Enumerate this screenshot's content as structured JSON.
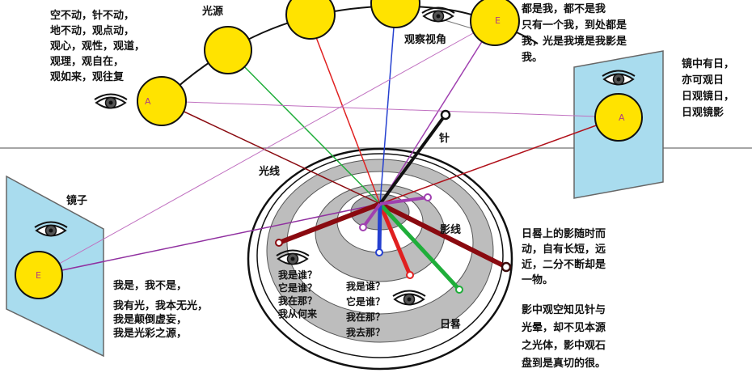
{
  "labels": {
    "light_source": "光源",
    "observation_angle": "观察视角",
    "light_ray": "光线",
    "needle": "针",
    "mirror": "镜子",
    "shadow_line": "影线",
    "sundial": "日晷",
    "sun_a": "A",
    "sun_e": "E"
  },
  "text_blocks": {
    "top_left": [
      "空不动，针不动，",
      "地不动，观点动，",
      "观心，观性，观道，",
      "观理，观自在，",
      "观如来，观往复"
    ],
    "top_right": [
      "都是我，都不是我",
      "只有一个我，到处都是",
      "我，光是我境是我影是",
      "我。"
    ],
    "right_mirror": [
      "镜中有日，",
      "亦可观日",
      "日观镜日，",
      "日观镜影"
    ],
    "bottom_left": [
      "我是，我不是，",
      "",
      "我有光，我本无光，",
      "我是颠倒虚妄，",
      "我是光彩之源，"
    ],
    "dial_questions_left": [
      "我是谁？",
      "它是谁？",
      "我在那？",
      "我从何来"
    ],
    "dial_questions_right": [
      "我是谁？",
      "它是谁？",
      "我在那？",
      "我去那？"
    ],
    "right_mid": [
      "日晷上的影随时而",
      "动，自有长短，远",
      "近，二分不断却是",
      "一物。"
    ],
    "right_bottom": [
      "影中观空知见针与",
      "光晕，却不见本源",
      "之光体，影中观石",
      "盘到是真切的很。"
    ]
  },
  "colors": {
    "sun": "#ffe300",
    "mirror": "#a9dcee",
    "ray_red": "#e02020",
    "ray_green": "#1fae3a",
    "ray_blue": "#2540d0",
    "ray_purple": "#a040b0",
    "ray_dark_red": "#8a0a10",
    "ray_pink": "#c070c0",
    "dial_gray": "#bdbdbd"
  }
}
